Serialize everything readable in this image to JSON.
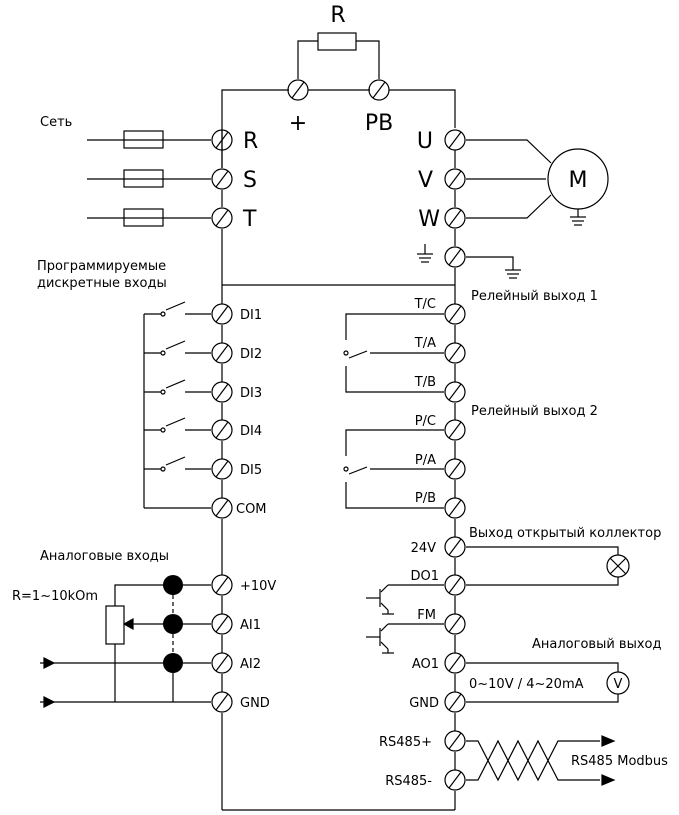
{
  "labels": {
    "r_brake": "R",
    "plus": "+",
    "pb": "PB",
    "network": "Сеть",
    "r_in": "R",
    "s_in": "S",
    "t_in": "T",
    "u_out": "U",
    "v_out": "V",
    "w_out": "W",
    "motor": "M",
    "prog_inputs_1": "Программируемые",
    "prog_inputs_2": "дискретные входы",
    "di1": "DI1",
    "di2": "DI2",
    "di3": "DI3",
    "di4": "DI4",
    "di5": "DI5",
    "com": "COM",
    "analog_inputs": "Аналоговые входы",
    "r_pot": "R=1~10kOm",
    "p10v": "+10V",
    "ai1": "AI1",
    "ai2": "AI2",
    "gnd_left": "GND",
    "relay1": "Релейный выход 1",
    "tc": "T/C",
    "ta": "T/A",
    "tb": "T/B",
    "relay2": "Релейный выход 2",
    "pc": "P/C",
    "pa": "P/A",
    "pb_relay": "P/B",
    "open_collector": "Выход открытый коллектор",
    "v24": "24V",
    "do1": "DO1",
    "fm": "FM",
    "analog_output": "Аналоговый выход",
    "ao1": "AO1",
    "gnd_right": "GND",
    "ao_range": "0~10V / 4~20mA",
    "voltmeter": "V",
    "rs485p": "RS485+",
    "rs485n": "RS485-",
    "modbus": "RS485 Modbus"
  }
}
